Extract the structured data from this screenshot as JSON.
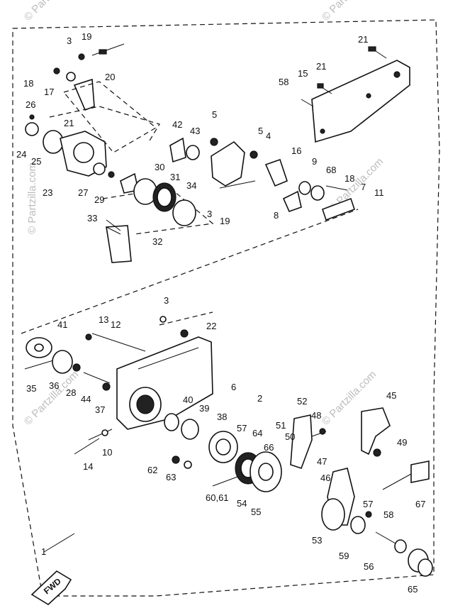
{
  "diagram": {
    "callouts": [
      "1",
      "2",
      "3",
      "4",
      "5",
      "6",
      "7",
      "8",
      "9",
      "10",
      "11",
      "12",
      "13",
      "14",
      "15",
      "16",
      "17",
      "18",
      "19",
      "20",
      "21",
      "22",
      "23",
      "24",
      "25",
      "26",
      "27",
      "28",
      "29",
      "30",
      "31",
      "32",
      "33",
      "34",
      "35",
      "36",
      "37",
      "38",
      "39",
      "40",
      "41",
      "42",
      "43",
      "44",
      "45",
      "46",
      "47",
      "48",
      "49",
      "50",
      "51",
      "52",
      "53",
      "54",
      "55",
      "56",
      "57",
      "58",
      "59",
      "60,61",
      "62",
      "63",
      "64",
      "65",
      "66",
      "67",
      "68"
    ],
    "fwd_label": "FWD",
    "watermarks": [
      "© Partzilla.com"
    ]
  }
}
